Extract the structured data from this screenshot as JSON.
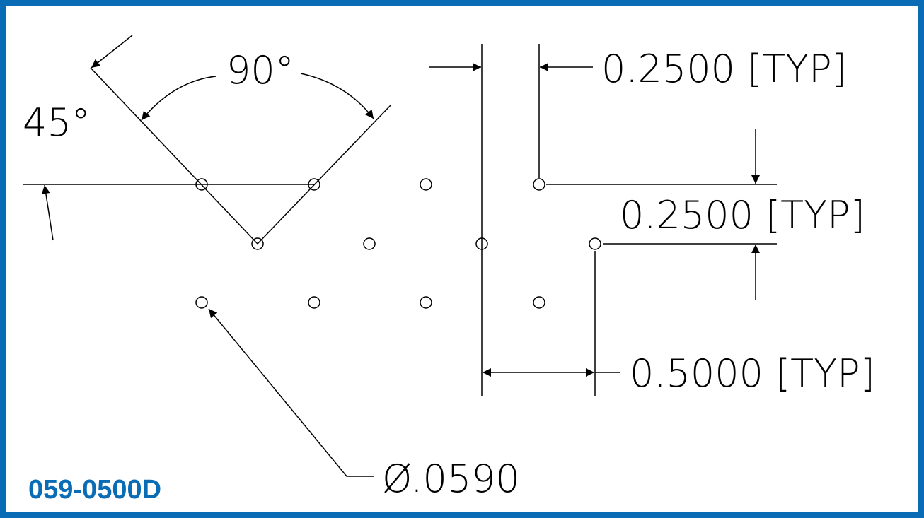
{
  "diagram": {
    "angle_pitch_label": "90°",
    "angle_offset_label": "45°",
    "horizontal_spacing_label": "0.2500 [TYP]",
    "vertical_spacing_label": "0.2500 [TYP]",
    "row_pitch_label": "0.5000 [TYP]",
    "hole_diameter_label": "Ø.0590",
    "part_number": "059-0500D"
  },
  "colors": {
    "border": "#0a6cb4",
    "part_number": "#0a6cb4",
    "lines": "#000000"
  }
}
